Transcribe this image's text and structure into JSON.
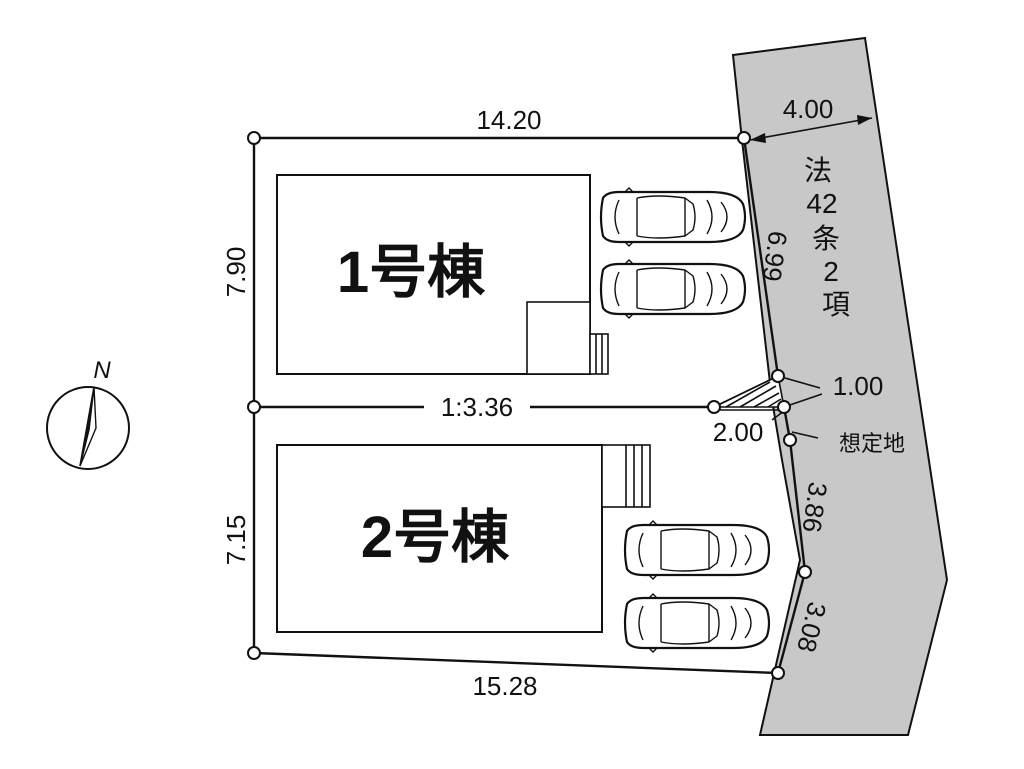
{
  "dimensions": {
    "north_width": "14.20",
    "south_width": "15.28",
    "lot1_depth": "7.90",
    "lot2_depth": "7.15",
    "divider": "1:3.36",
    "road_width": "4.00",
    "frontage_1": "6.99",
    "corner_cut_a": "1.00",
    "corner_cut_b": "2.00",
    "frontage_2": "3.86",
    "frontage_3": "3.08"
  },
  "labels": {
    "building_1": "1号棟",
    "building_2": "2号棟",
    "road": [
      "法",
      "42",
      "条",
      "2",
      "項"
    ],
    "assumed_land": "想定地",
    "north": "N"
  },
  "colors": {
    "road": "#c8c8c8",
    "lines": "#111111",
    "background": "#ffffff"
  }
}
